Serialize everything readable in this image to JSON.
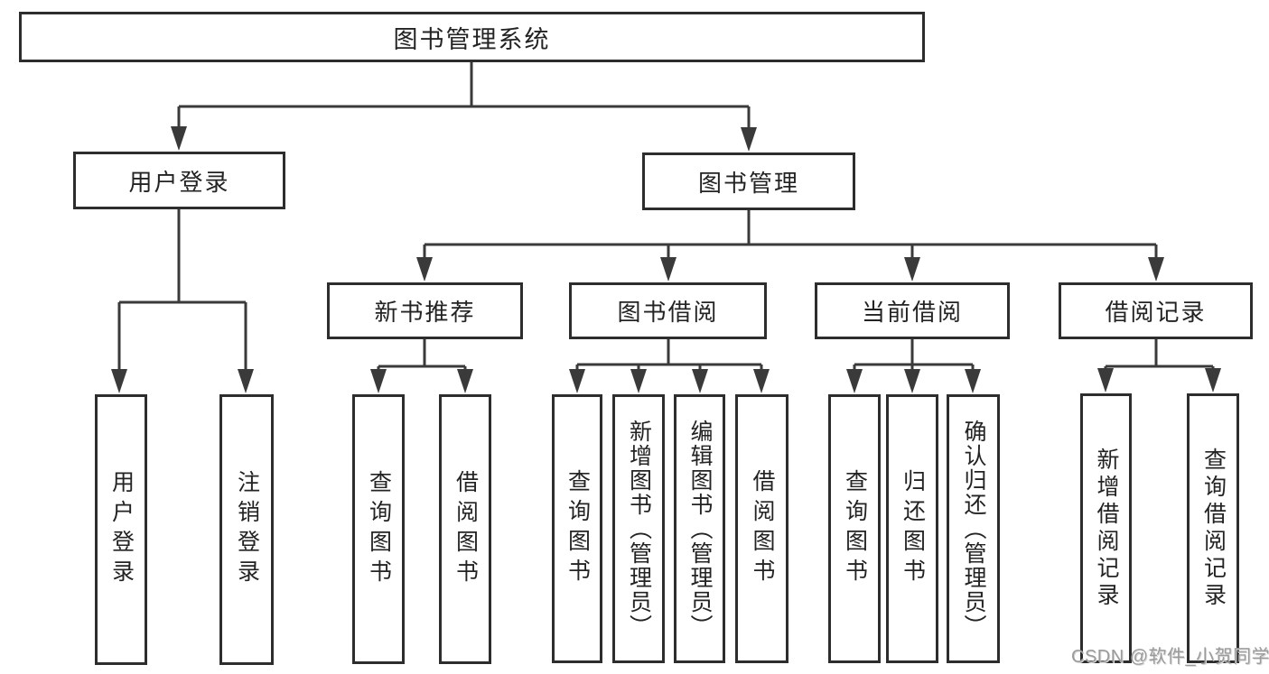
{
  "diagram": {
    "root": {
      "label": "图书管理系统"
    },
    "level2": {
      "user_login": {
        "label": "用户登录"
      },
      "book_mgmt": {
        "label": "图书管理"
      }
    },
    "level3": {
      "new_book_rec": {
        "label": "新书推荐"
      },
      "book_borrow": {
        "label": "图书借阅"
      },
      "current_borrow": {
        "label": "当前借阅"
      },
      "borrow_records": {
        "label": "借阅记录"
      }
    },
    "leaves": {
      "user_login": {
        "label": "用户登录"
      },
      "logout": {
        "label": "注销登录"
      },
      "rec_query_book": {
        "label": "查询图书"
      },
      "rec_borrow_book": {
        "label": "借阅图书"
      },
      "bb_query_book": {
        "label": "查询图书"
      },
      "bb_add_book": {
        "label": "新增图书（管理员）"
      },
      "bb_edit_book": {
        "label": "编辑图书（管理员）"
      },
      "bb_borrow_book": {
        "label": "借阅图书"
      },
      "cb_query_book": {
        "label": "查询图书"
      },
      "cb_return_book": {
        "label": "归还图书"
      },
      "cb_confirm_return": {
        "label": "确认归还（管理员）"
      },
      "br_add_record": {
        "label": "新增借阅记录"
      },
      "br_query_record": {
        "label": "查询借阅记录"
      }
    },
    "watermark": "CSDN @软件_小贺同学",
    "colors": {
      "line": "#3a3a3a",
      "box_border": "#2d2d2d",
      "text": "#232323",
      "watermark": "#9b9b9b",
      "background": "#ffffff"
    }
  }
}
